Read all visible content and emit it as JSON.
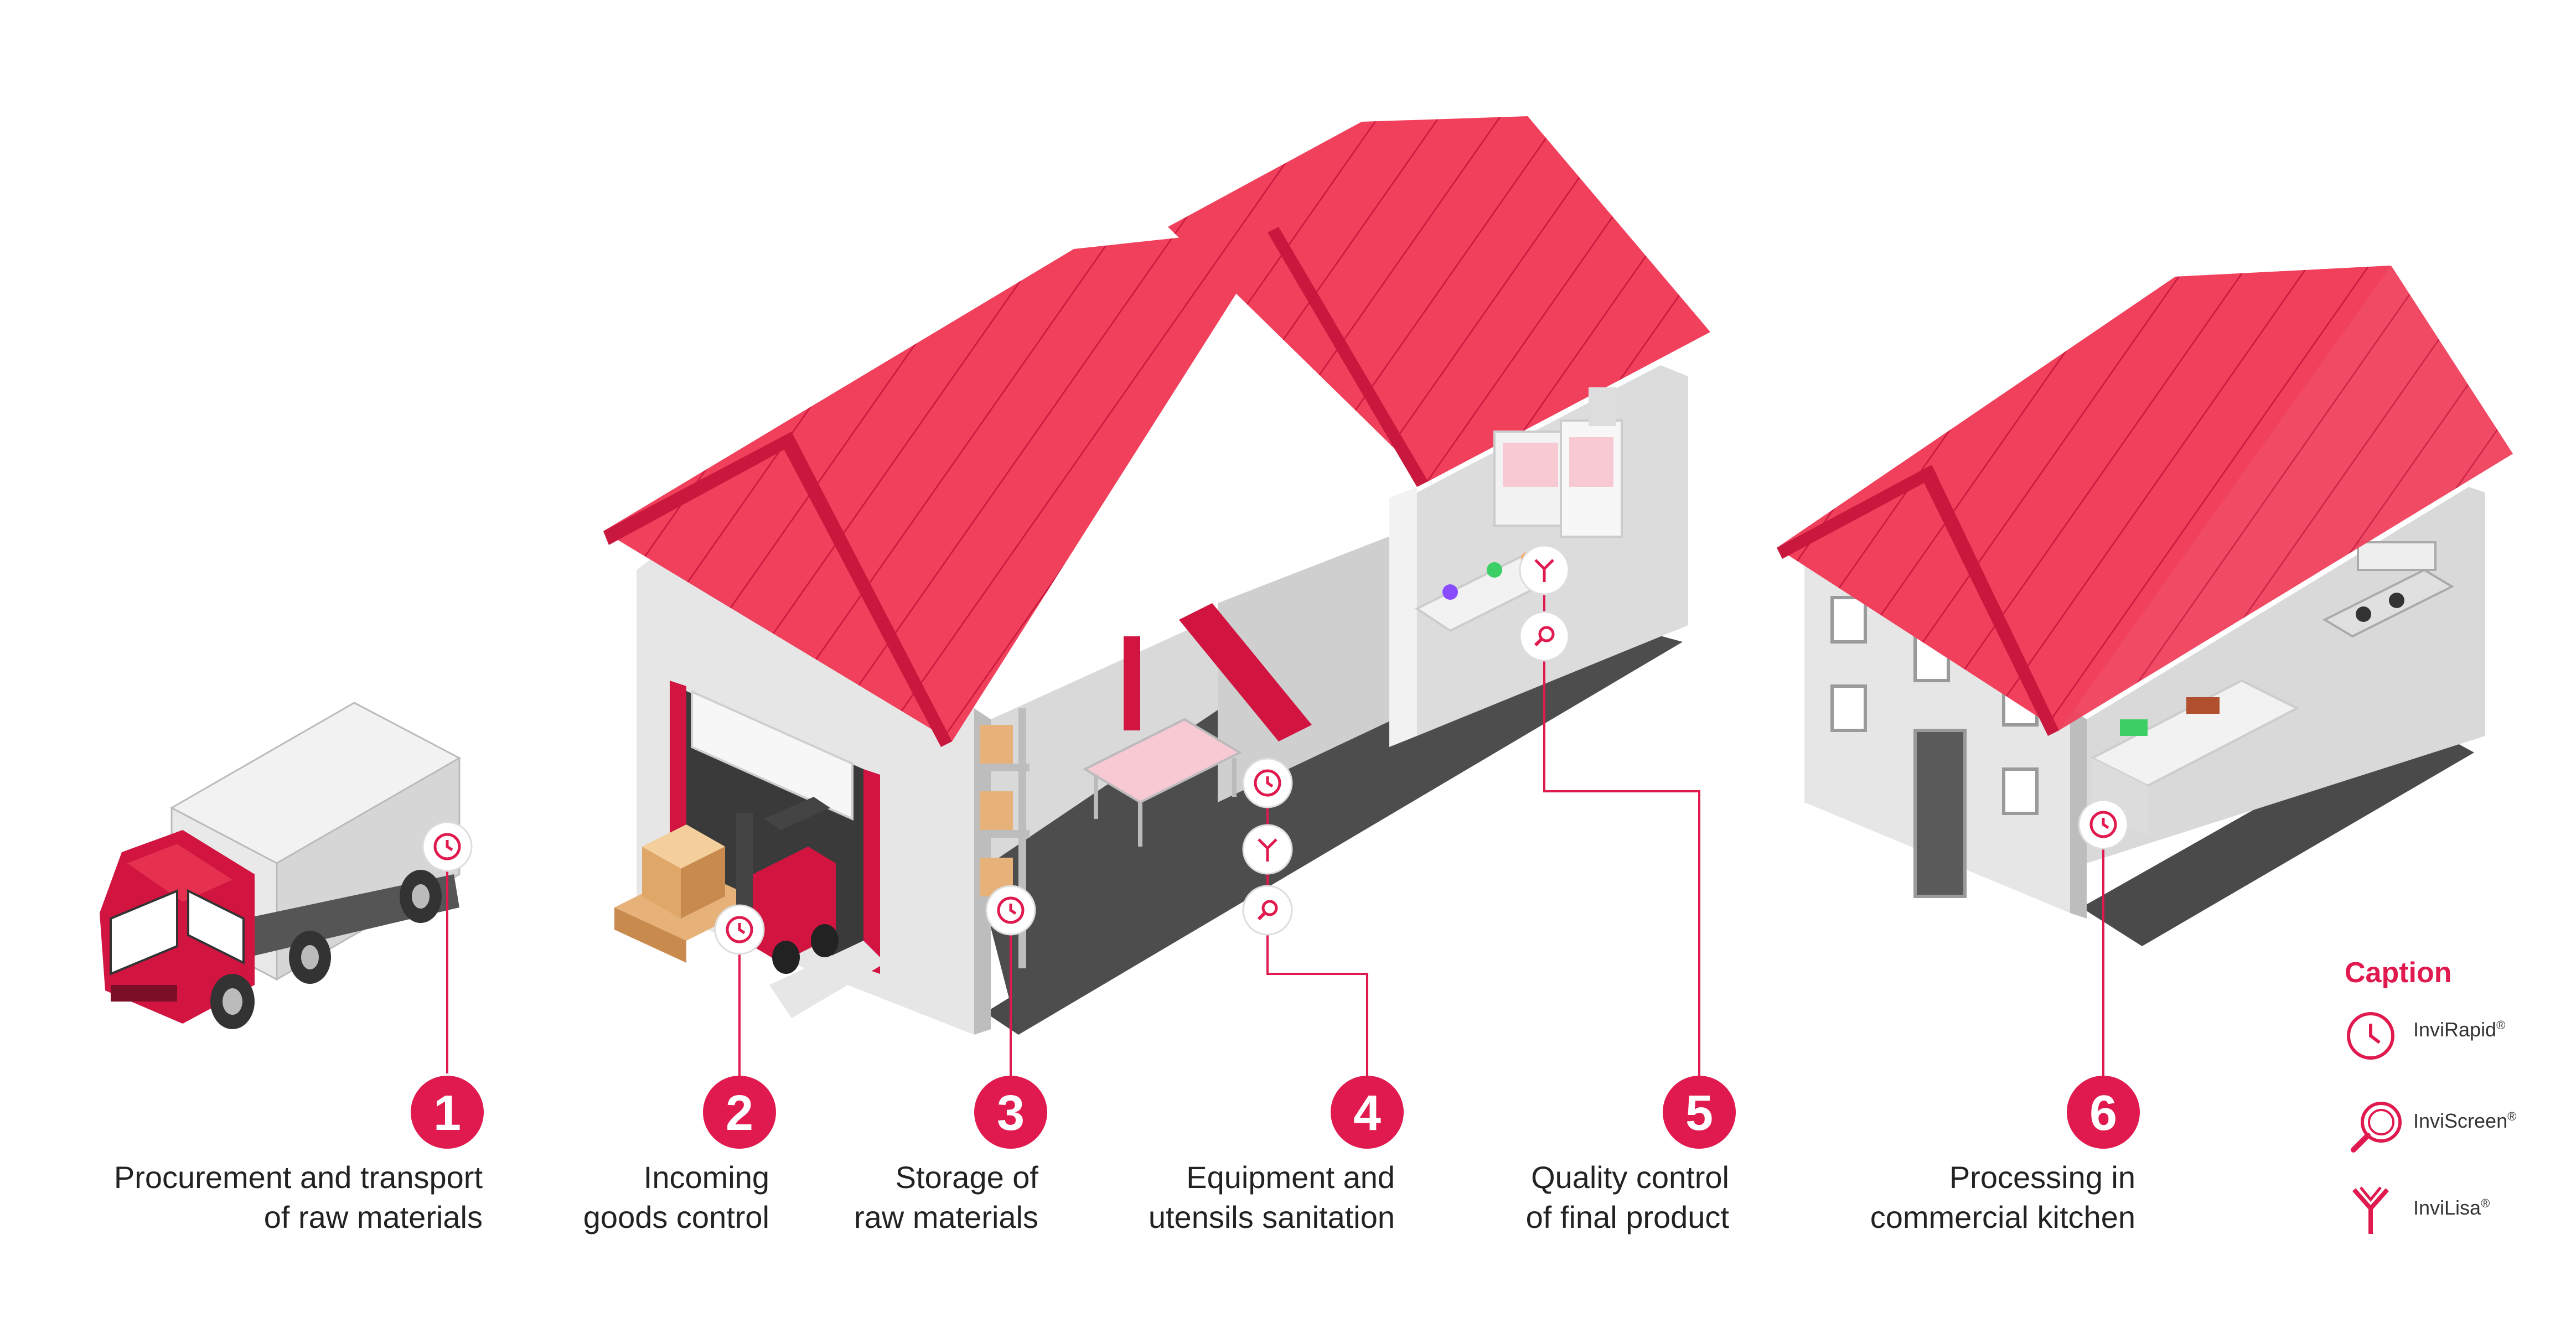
{
  "colors": {
    "accent": "#e01a4f",
    "roof": "#f0405c",
    "roof_dark": "#c9183e",
    "wall": "#e6e6e6",
    "wall_dark": "#bdbdbd",
    "floor": "#4a4a4a"
  },
  "steps": [
    {
      "number": "1",
      "line1": "Procurement and transport",
      "line2": "of raw materials",
      "icons": [
        "clock-icon"
      ]
    },
    {
      "number": "2",
      "line1": "Incoming",
      "line2": "goods control",
      "icons": [
        "clock-icon"
      ]
    },
    {
      "number": "3",
      "line1": "Storage of",
      "line2": "raw materials",
      "icons": [
        "clock-icon"
      ]
    },
    {
      "number": "4",
      "line1": "Equipment and",
      "line2": "utensils sanitation",
      "icons": [
        "clock-icon",
        "antibody-icon",
        "magnifier-icon"
      ]
    },
    {
      "number": "5",
      "line1": "Quality control",
      "line2": "of final product",
      "icons": [
        "antibody-icon",
        "magnifier-icon"
      ]
    },
    {
      "number": "6",
      "line1": "Processing in",
      "line2": "commercial kitchen",
      "icons": [
        "clock-icon"
      ]
    }
  ],
  "legend": {
    "title": "Caption",
    "items": [
      {
        "name": "InviRapid",
        "mark": "®",
        "icon": "clock-icon"
      },
      {
        "name": "InviScreen",
        "mark": "®",
        "icon": "magnifier-icon"
      },
      {
        "name": "InviLisa",
        "mark": "®",
        "icon": "antibody-icon"
      }
    ]
  }
}
